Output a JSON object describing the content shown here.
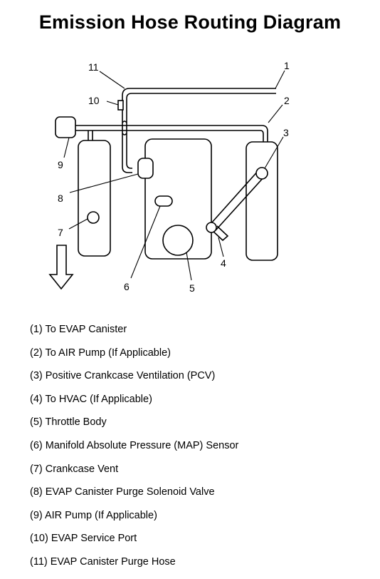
{
  "title": "Emission Hose Routing Diagram",
  "callouts": [
    "1",
    "2",
    "3",
    "4",
    "5",
    "6",
    "7",
    "8",
    "9",
    "10",
    "11"
  ],
  "legend": [
    "(1) To EVAP Canister",
    "(2) To AIR Pump (If Applicable)",
    "(3) Positive Crankcase Ventilation (PCV)",
    "(4) To HVAC (If Applicable)",
    "(5) Throttle Body",
    "(6) Manifold Absolute Pressure (MAP) Sensor",
    "(7) Crankcase Vent",
    "(8) EVAP Canister Purge Solenoid Valve",
    "(9) AIR Pump (If Applicable)",
    "(10) EVAP Service Port",
    "(11) EVAP Canister Purge Hose"
  ],
  "icons": {
    "front_arrow": "down-arrow-icon"
  }
}
